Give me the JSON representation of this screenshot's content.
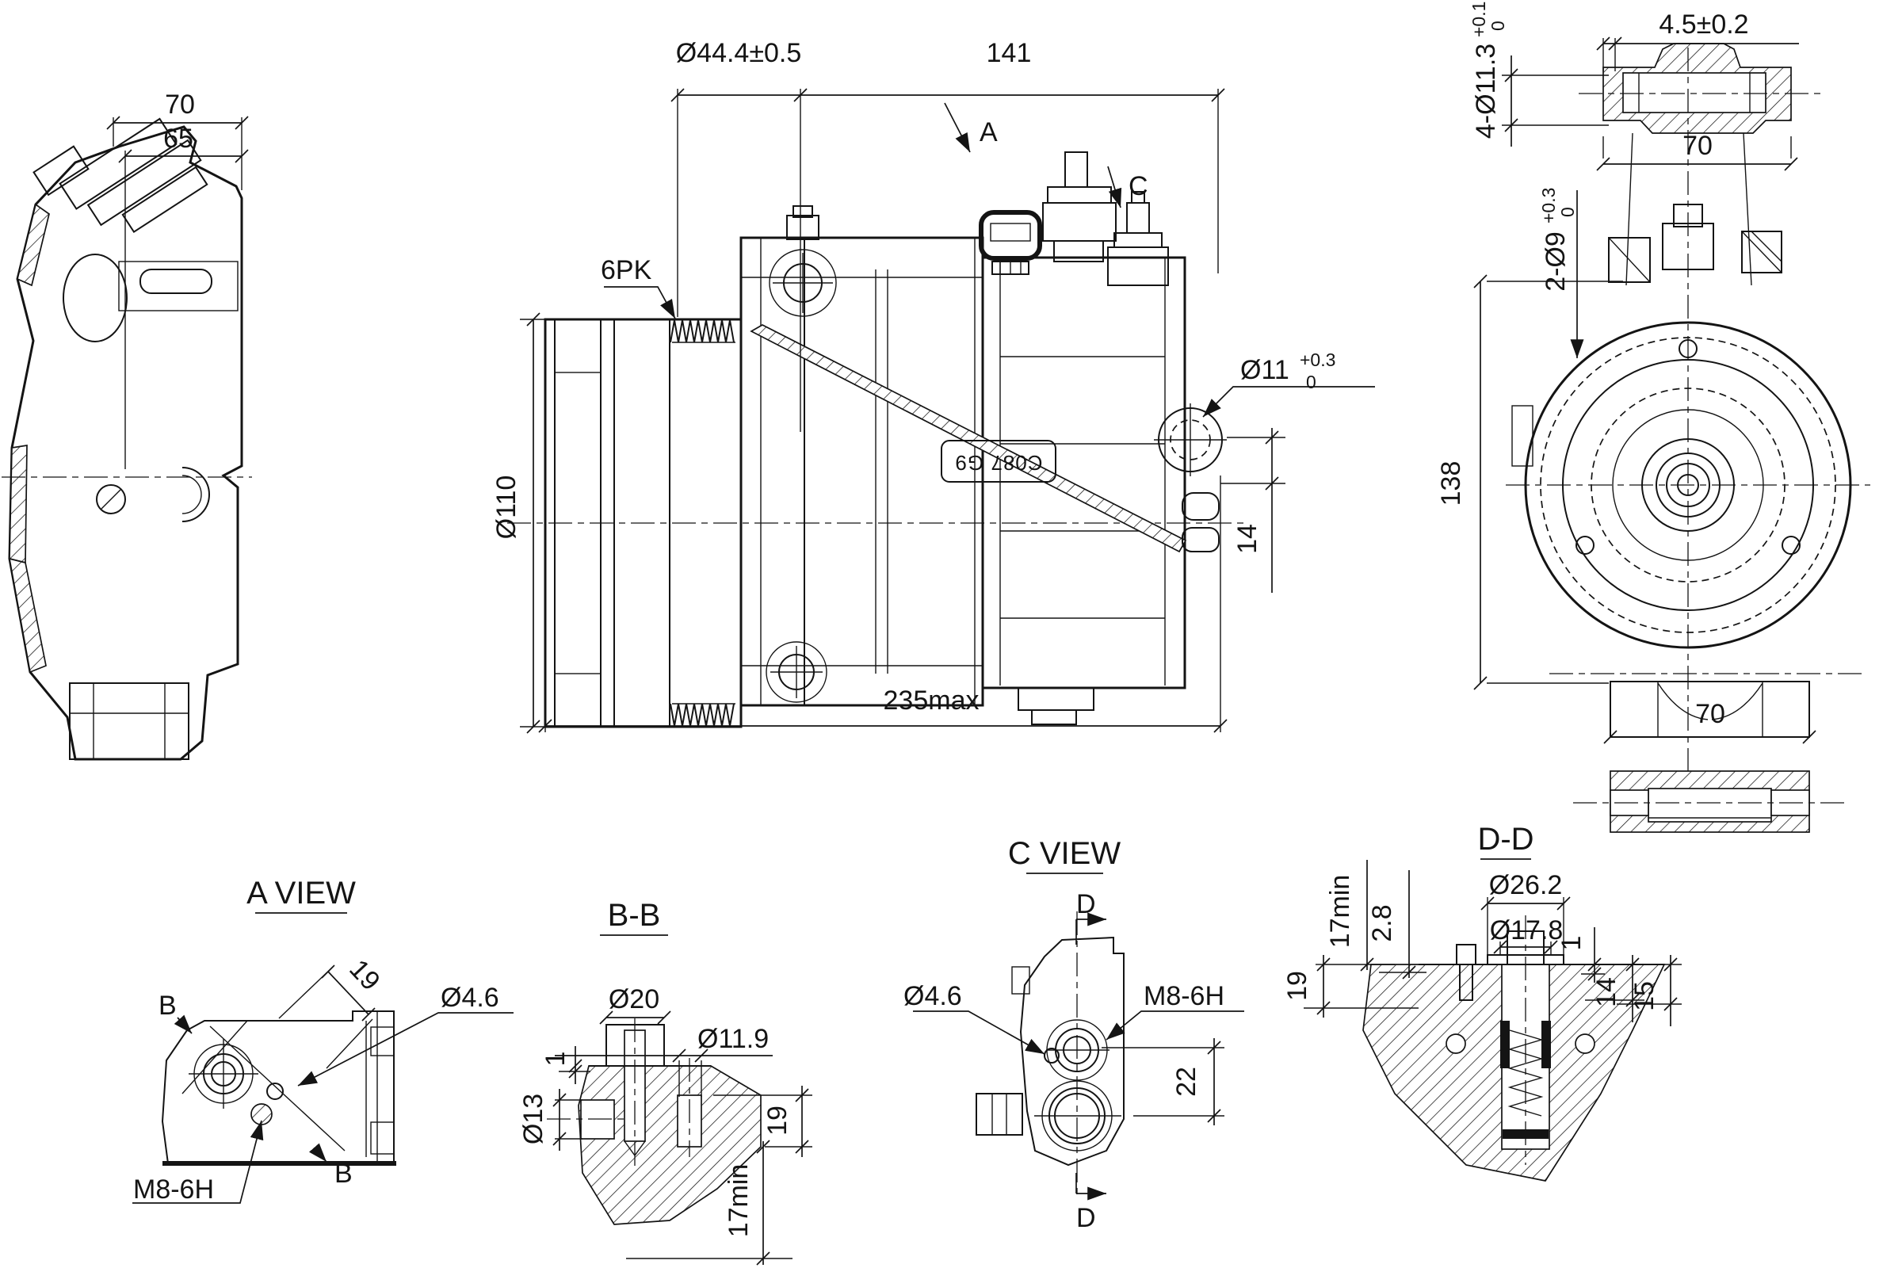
{
  "page": {
    "bg": "#ffffff",
    "ink": "#141414"
  },
  "views": {
    "left_view": {
      "dim_70": "70",
      "dim_65": "65"
    },
    "main_view": {
      "dia_pulley": "Ø44.4±0.5",
      "dim_141": "141",
      "callout_a": "A",
      "callout_c": "C",
      "belt_6pk": "6PK",
      "dia_110": "Ø110",
      "dia_11": "Ø11",
      "dia_11_tol_upper": "+0.3",
      "dia_11_tol_lower": "0",
      "dim_14": "14",
      "dim_235": "235max",
      "plate_marking": "C087 G9"
    },
    "right_view": {
      "dim_45": "4.5±0.2",
      "holes_4_dia": "4-Ø11.3",
      "holes_4_tol_upper": "+0.1",
      "holes_4_tol_lower": "0",
      "holes_2_dia": "2-Ø9",
      "holes_2_tol_upper": "+0.3",
      "holes_2_tol_lower": "0",
      "dim_70_top": "70",
      "dim_138": "138",
      "dim_70_bottom": "70"
    },
    "a_view": {
      "title": "A VIEW",
      "dim_19": "19",
      "dia_46": "Ø4.6",
      "thread": "M8-6H",
      "marker_b_top": "B",
      "marker_b_bottom": "B"
    },
    "b_b": {
      "title": "B-B",
      "dia_20": "Ø20",
      "dia_119": "Ø11.9",
      "dim_1": "1",
      "dia_13": "Ø13",
      "dim_19": "19",
      "dim_17min": "17min"
    },
    "c_view": {
      "title": "C VIEW",
      "marker_d_top": "D",
      "marker_d_bottom": "D",
      "dia_46": "Ø4.6",
      "thread": "M8-6H",
      "dim_22": "22"
    },
    "d_d": {
      "title": "D-D",
      "dim_17min": "17min",
      "dim_28": "2.8",
      "dia_262": "Ø26.2",
      "dia_178": "Ø17.8",
      "dim_1": "1",
      "dim_19": "19",
      "dim_14": "14",
      "dim_15": "15"
    }
  }
}
